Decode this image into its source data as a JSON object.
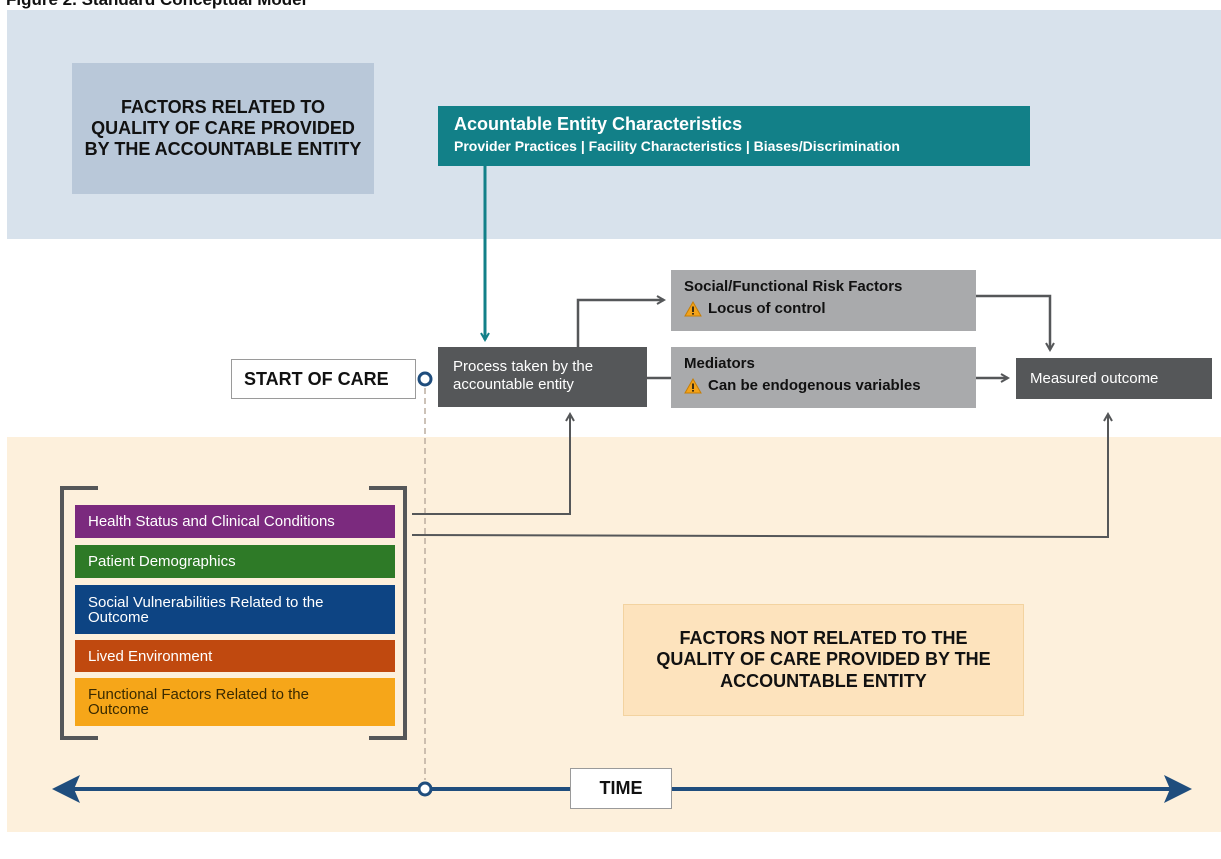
{
  "figure": {
    "title": "Figure 2. Standard Conceptual Model"
  },
  "regions": {
    "top_label": "FACTORS RELATED TO QUALITY OF CARE PROVIDED BY THE ACCOUNTABLE ENTITY",
    "bottom_label": "FACTORS NOT RELATED TO THE QUALITY OF CARE PROVIDED BY THE ACCOUNTABLE ENTITY"
  },
  "entity": {
    "title": "Acountable Entity Characteristics",
    "subtitle": "Provider Practices | Facility Characteristics | Biases/Discrimination"
  },
  "start": {
    "label": "START OF CARE"
  },
  "process": {
    "label": "Process taken by the accountable entity"
  },
  "social_risk": {
    "title": "Social/Functional Risk Factors",
    "note": "Locus of control"
  },
  "mediators": {
    "title": "Mediators",
    "note": "Can be endogenous variables"
  },
  "outcome": {
    "label": "Measured outcome"
  },
  "patient_factors": [
    {
      "label": "Health Status and Clinical Conditions",
      "color": "#7b2a7e"
    },
    {
      "label": "Patient Demographics",
      "color": "#2e7a27"
    },
    {
      "label": "Social Vulnerabilities Related to the Outcome",
      "color": "#0d4483"
    },
    {
      "label": "Lived Environment",
      "color": "#c0490f"
    },
    {
      "label": "Functional Factors Related to the Outcome",
      "color": "#f6a619"
    }
  ],
  "timeline": {
    "label": "TIME"
  },
  "colors": {
    "teal": "#128088",
    "navy": "#1f4d7d",
    "dark_box": "#555759",
    "grey_box": "#a9aaac",
    "top_band": "#d8e2ec",
    "bottom_band": "#fdf0dc",
    "warning": "#f3a31a"
  },
  "icons": {
    "warning": "warning-triangle-icon"
  }
}
